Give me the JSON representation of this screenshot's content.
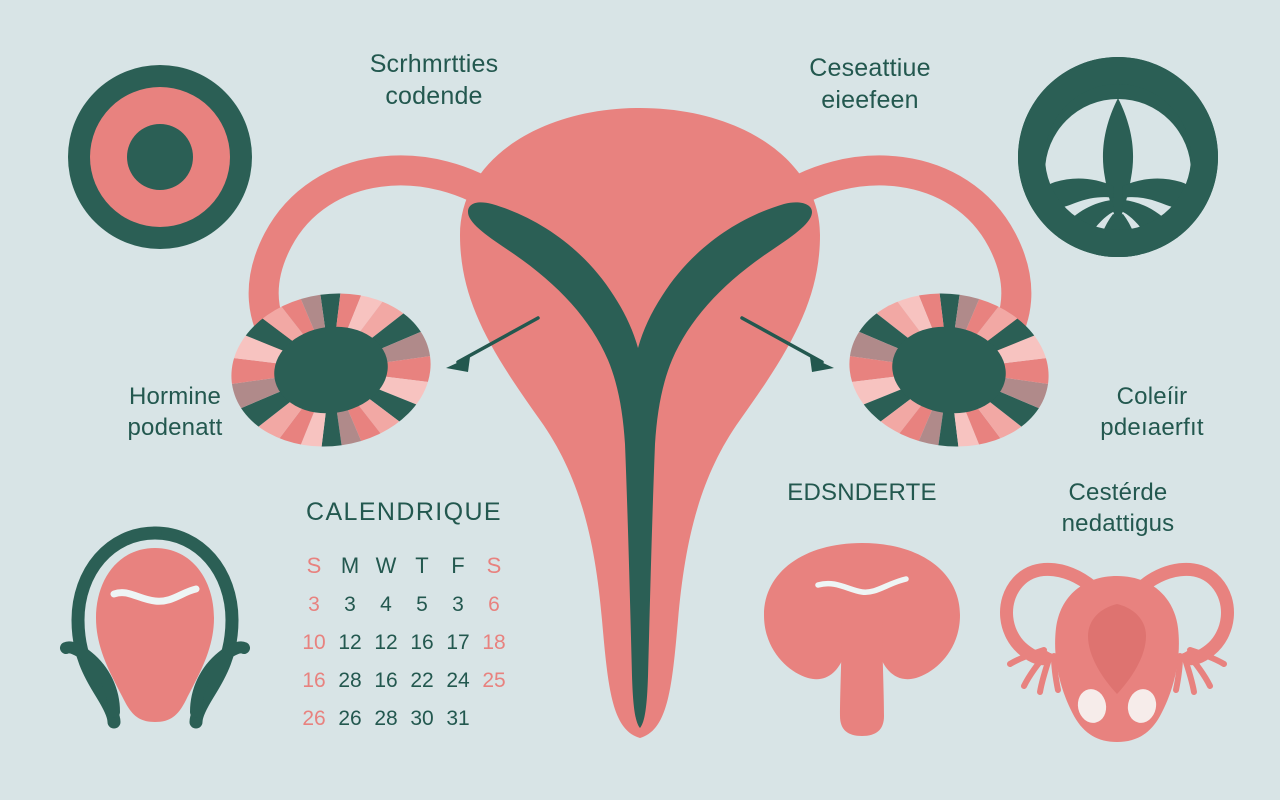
{
  "meta": {
    "title": "Female reproductive system infographic",
    "background_color": "#d8e4e6"
  },
  "palette": {
    "teal_dark": "#23584f",
    "teal_deep": "#2b5f55",
    "pink": "#e8827f",
    "pink_light": "#f2a8a4",
    "pink_pale": "#f7c3c0",
    "mauve": "#b08a8a",
    "background": "#d8e4e6",
    "white": "#eef5f5"
  },
  "labels": {
    "top_left": "Scrhmrtties\ncodende",
    "top_right": "Ceseattiue\neieefeen",
    "mid_left": "Hormine\npodenatt",
    "mid_right": "Coleíir\npdeıaerfıt",
    "bottom_center": "EDSNDERTE",
    "bottom_right": "Cestérde\nnedattigus"
  },
  "calendar": {
    "title": "CALENDRIQUE",
    "day_headers": [
      "S",
      "M",
      "W",
      "T",
      "F",
      "S"
    ],
    "weekend_columns": [
      0,
      5
    ],
    "rows": [
      [
        "3",
        "3",
        "4",
        "5",
        "3",
        "6"
      ],
      [
        "10",
        "12",
        "12",
        "16",
        "17",
        "18"
      ],
      [
        "16",
        "28",
        "16",
        "22",
        "24",
        "25"
      ],
      [
        "26",
        "26",
        "28",
        "30",
        "31",
        ""
      ]
    ]
  },
  "icons": {
    "top_left": "ovum-cell-icon",
    "top_right": "uterus-circle-badge-icon",
    "left_ovary": "striped-ovary-icon",
    "right_ovary": "striped-ovary-icon",
    "center": "uterus-cross-section-icon",
    "bottom_left": "cervix-outline-icon",
    "bottom_center": "uterus-silhouette-icon",
    "bottom_right": "uterus-tubes-icon",
    "arrow_left": "arrow-left-icon",
    "arrow_right": "arrow-right-icon"
  }
}
